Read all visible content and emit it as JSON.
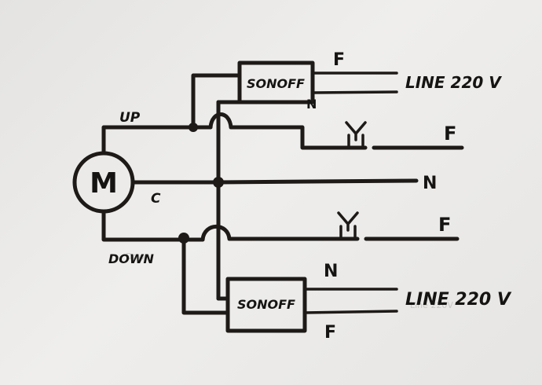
{
  "labels": {
    "motor": "M",
    "up": "UP",
    "common": "C",
    "down": "DOWN",
    "sonoff_top": "SONOFF",
    "sonoff_bottom": "SONOFF",
    "top_f": "F",
    "top_n": "N",
    "top_line": "LINE 220 V",
    "switch1_f": "F",
    "neutral_n": "N",
    "switch2_f": "F",
    "bottom_n": "N",
    "bottom_f": "F",
    "bottom_line": "LINE 220 V"
  }
}
